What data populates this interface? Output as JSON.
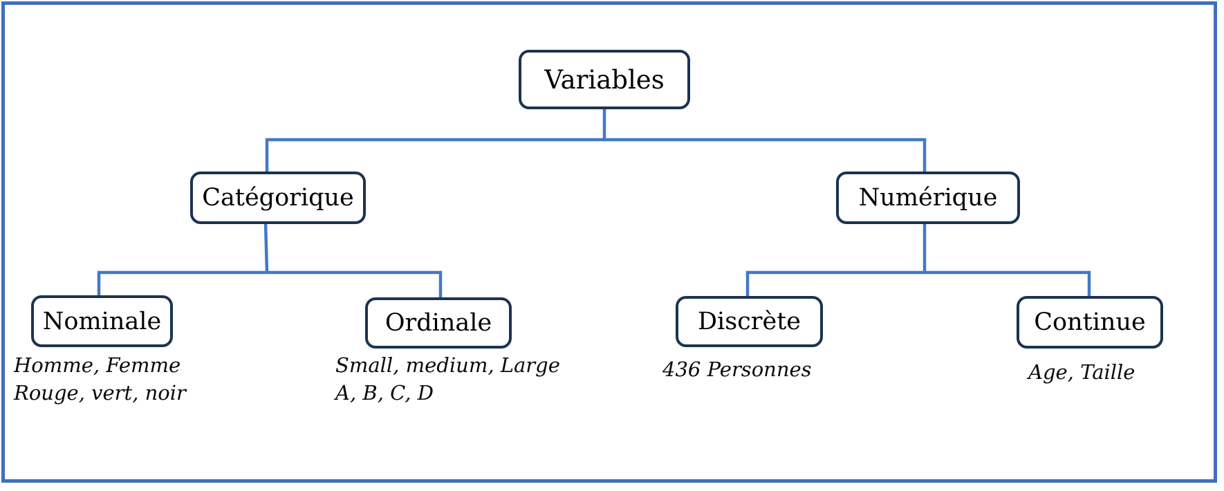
{
  "diagram": {
    "type": "tree",
    "language": "fr",
    "colors": {
      "frame_border": "#3f6fbe",
      "connector_line": "#4478c8",
      "node_border": "#1c3351",
      "node_fill": "#ffffff",
      "text": "#000000"
    },
    "nodes": {
      "root": {
        "label": "Variables"
      },
      "categorical": {
        "label": "Catégorique",
        "parent": "Variables"
      },
      "numeric": {
        "label": "Numérique",
        "parent": "Variables"
      },
      "nominal": {
        "label": "Nominale",
        "parent": "Catégorique",
        "examples": [
          "Homme, Femme",
          "Rouge, vert, noir"
        ]
      },
      "ordinal": {
        "label": "Ordinale",
        "parent": "Catégorique",
        "examples": [
          "Small, medium, Large",
          "A, B, C, D"
        ]
      },
      "discrete": {
        "label": "Discrète",
        "parent": "Numérique",
        "examples": [
          "436 Personnes"
        ]
      },
      "continuous": {
        "label": "Continue",
        "parent": "Numérique",
        "examples": [
          "Age, Taille"
        ]
      }
    }
  }
}
